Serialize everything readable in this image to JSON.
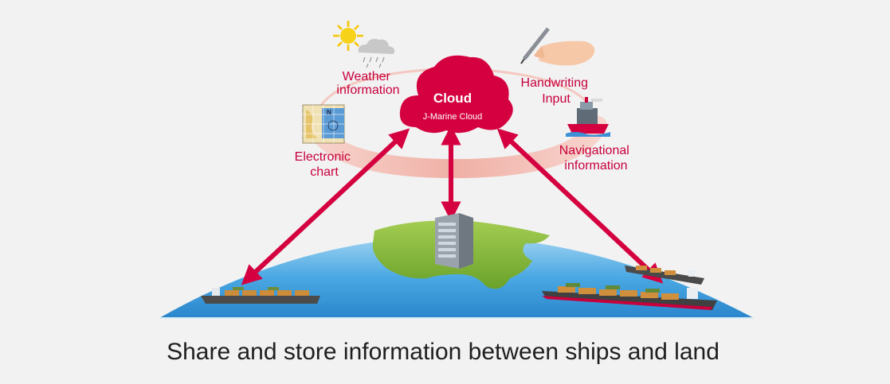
{
  "cloud": {
    "title": "Cloud",
    "subtitle": "J-Marine Cloud"
  },
  "labels": {
    "weather": [
      "Weather",
      "information"
    ],
    "handwriting": [
      "Handwriting",
      "Input"
    ],
    "chart": [
      "Electronic",
      "chart"
    ],
    "navigation": [
      "Navigational",
      "information"
    ]
  },
  "caption": "Share and store information between ships and land",
  "colors": {
    "accent": "#d4003f",
    "ring": "#f2b8ae",
    "ocean": "#4aa8e3",
    "land": "#7fb432",
    "background": "#f2f2f2"
  },
  "icons": [
    "sun-cloud-icon",
    "hand-pen-icon",
    "chart-map-icon",
    "ship-icon",
    "building-icon",
    "cargo-ship-icon"
  ]
}
